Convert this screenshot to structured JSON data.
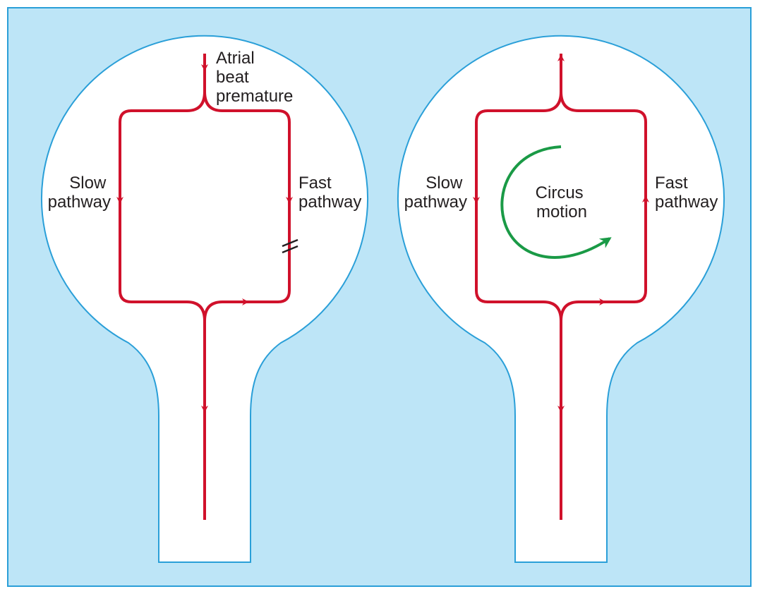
{
  "colors": {
    "background": "#bde5f7",
    "panel_border": "#2a9fd8",
    "node_fill": "#ffffff",
    "node_outline": "#2a9fd8",
    "pathway": "#d0112b",
    "circus_arrow": "#1a9a46",
    "text": "#231f20"
  },
  "left_panel": {
    "atrial_label": [
      "Atrial",
      "beat",
      "premature"
    ],
    "slow_label": [
      "Slow",
      "pathway"
    ],
    "fast_label": [
      "Fast",
      "pathway"
    ]
  },
  "right_panel": {
    "slow_label": [
      "Slow",
      "pathway"
    ],
    "fast_label": [
      "Fast",
      "pathway"
    ],
    "circus_label": [
      "Circus",
      "motion"
    ]
  }
}
